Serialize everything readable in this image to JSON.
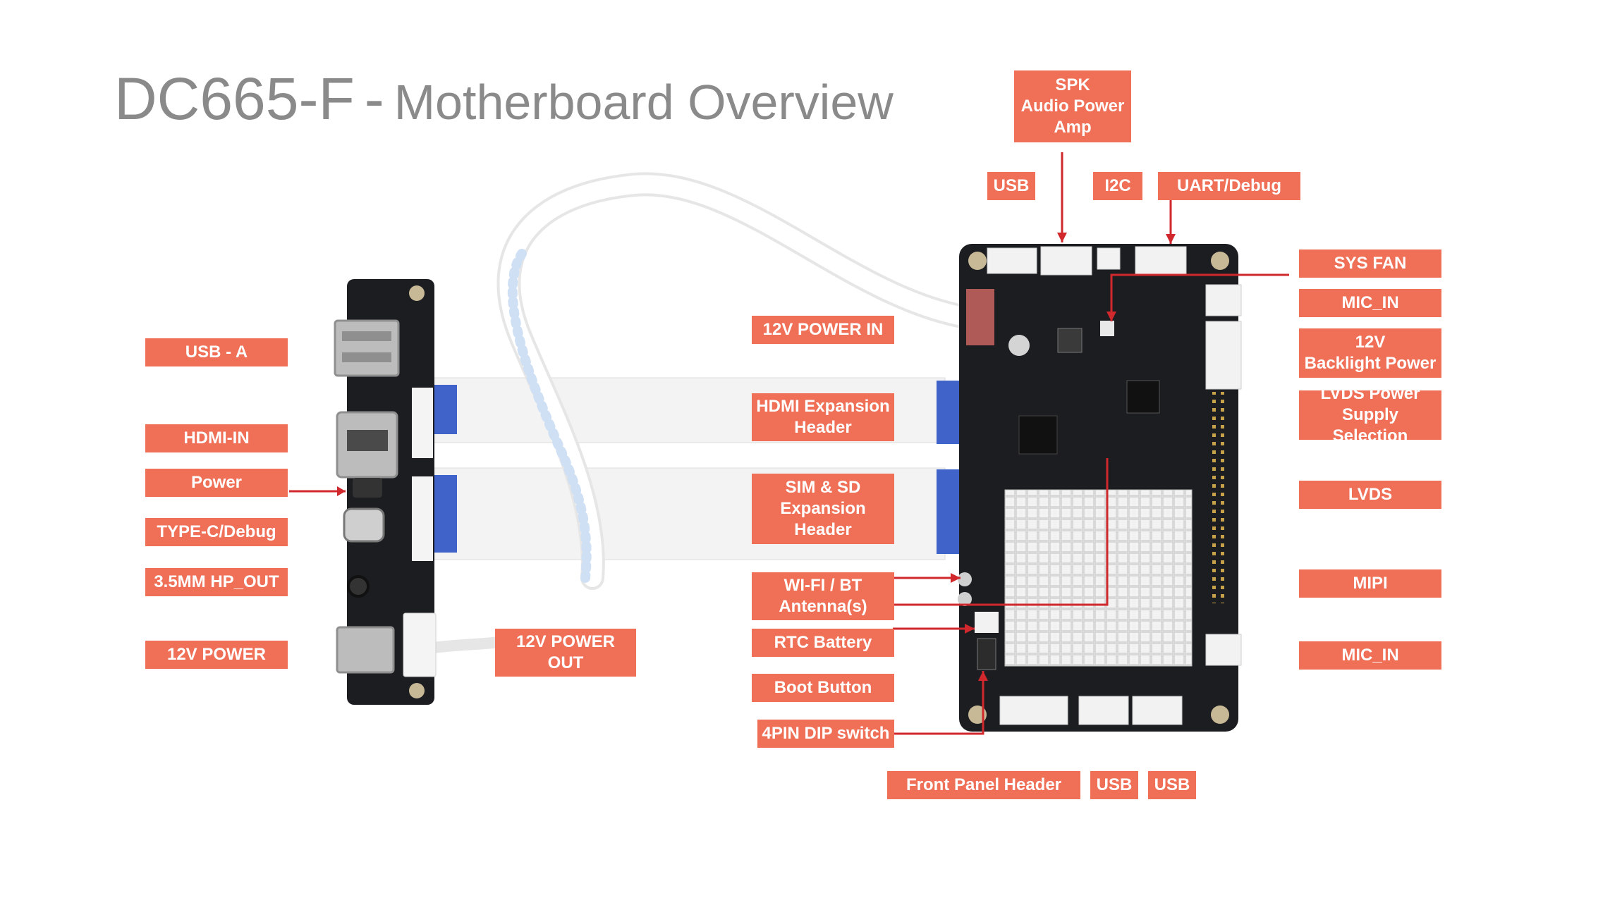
{
  "title": {
    "main": "DC665-F",
    "separator": "-",
    "subtitle": "Motherboard Overview"
  },
  "colors": {
    "label_bg": "#ef6f57",
    "label_text": "#ffffff",
    "leader": "#d0282c",
    "board": "#1b1d20",
    "title": "#8a8a8a"
  },
  "labels": {
    "usb_a": "USB - A",
    "hdmi_in": "HDMI-IN",
    "power": "Power",
    "type_c": "TYPE-C/Debug",
    "hp_out": "3.5MM HP_OUT",
    "power_12v": "12V POWER",
    "power_out": "12V POWER\nOUT",
    "power_in": "12V POWER IN",
    "hdmi_exp": "HDMI Expansion\nHeader",
    "sim_sd": "SIM & SD\nExpansion\nHeader",
    "wifi_bt": "WI-FI / BT\nAntenna(s)",
    "rtc": "RTC Battery",
    "boot": "Boot Button",
    "dip": "4PIN DIP switch",
    "front_panel": "Front Panel Header",
    "usb_b1": "USB",
    "usb_b2": "USB",
    "spk": "SPK\nAudio Power\nAmp",
    "usb_top": "USB",
    "i2c": "I2C",
    "uart": "UART/Debug",
    "sys_fan": "SYS FAN",
    "mic_in_top": "MIC_IN",
    "backlight": "12V\nBacklight Power",
    "lvds_power": "LVDS Power\nSupply Selection",
    "lvds": "LVDS",
    "mipi": "MIPI",
    "mic_in_bottom": "MIC_IN"
  }
}
